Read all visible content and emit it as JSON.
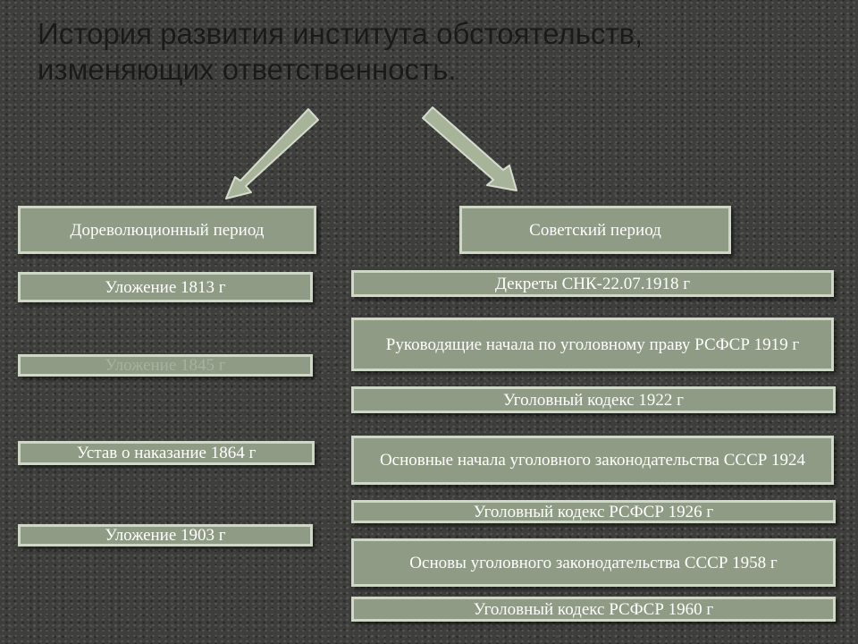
{
  "title": {
    "line1": "История развития института обстоятельств,",
    "line2": "изменяющих ответственность."
  },
  "colors": {
    "box_fill": "#8f9b84",
    "box_border": "#cfd7c6",
    "arrow_fill": "#a7b49a",
    "text": "#ffffff"
  },
  "left": {
    "header": "Дореволюционный период",
    "items": [
      "Уложение 1813 г",
      "Уложение 1845 г",
      "Устав о наказание 1864 г",
      "Уложение 1903 г"
    ]
  },
  "right": {
    "header": "Советский период",
    "items": [
      "Декреты СНК-22.07.1918 г",
      "Руководящие начала по уголовному праву РСФСР 1919 г",
      "Уголовный кодекс 1922 г",
      "Основные начала уголовного законодательства СССР 1924",
      "Уголовный кодекс РСФСР 1926 г",
      "Основы уголовного законодательства СССР 1958 г",
      "Уголовный кодекс РСФСР 1960 г"
    ]
  }
}
